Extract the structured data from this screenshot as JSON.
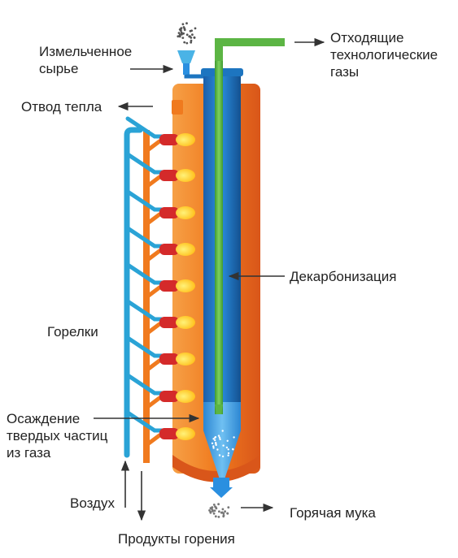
{
  "labels": {
    "raw_material": [
      "Измельченное",
      "сырье"
    ],
    "exhaust_gases": [
      "Отходящие",
      "технологические",
      "газы"
    ],
    "heat_removal": "Отвод тепла",
    "decarbonization": "Декарбонизация",
    "burners": "Горелки",
    "solids_settling": [
      "Осаждение",
      "твердых частиц",
      "из газа"
    ],
    "air": "Воздух",
    "hot_meal": "Горячая мука",
    "combustion_products": "Продукты горения"
  },
  "colors": {
    "shell_orange": "#f07a1e",
    "shell_dark": "#d9561a",
    "inner_tube_blue": "#1d75c0",
    "tube_green": "#5cb544",
    "air_pipe_blue": "#2aa3d6",
    "burner_red": "#d42a2a",
    "flame_yellow": "#ffd21c",
    "arrow": "#333333"
  }
}
